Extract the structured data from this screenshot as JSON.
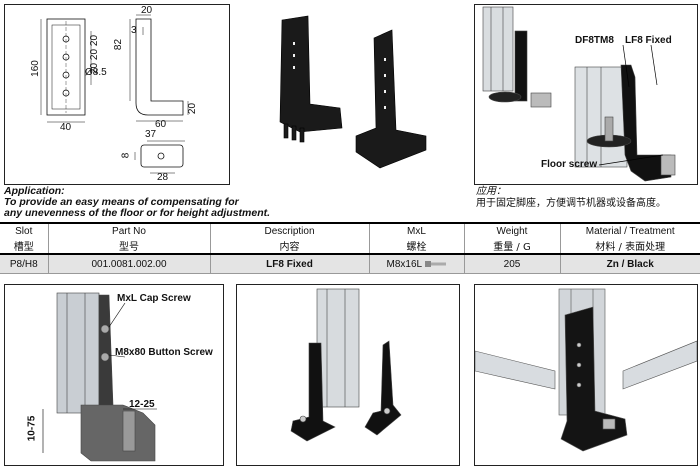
{
  "drawing": {
    "dim_160": "160",
    "dim_40": "40",
    "dim_20a": "20",
    "dim_20b": "20",
    "dim_20c": "20",
    "dim_diam": "Ø8.5",
    "dim_top20": "20",
    "dim_3": "3",
    "dim_82": "82",
    "dim_60": "60",
    "dim_right20": "20",
    "dim_37": "37",
    "dim_8": "8",
    "dim_28": "28"
  },
  "assembly_callouts": {
    "part": "DF8TM8",
    "product": "LF8 Fixed",
    "floor_screw": "Floor screw"
  },
  "application": {
    "title_en": "Application:",
    "line1_en": " To provide an easy means of compensating for",
    "line2_en": "any unevenness of the floor or for height adjustment.",
    "title_zh": "应用：",
    "line_zh": "用于固定脚座，方便调节机器或设备高度。"
  },
  "table": {
    "headers_en": [
      "Slot",
      "Part No",
      "Description",
      "MxL",
      "Weight",
      "Material / Treatment"
    ],
    "headers_zh": [
      "槽型",
      "型号",
      "内容",
      "螺栓",
      "重量 / G",
      "材料 / 表面处理"
    ],
    "row": {
      "slot": "P8/H8",
      "part_no": "001.0081.002.00",
      "description": "LF8 Fixed",
      "mxl": "M8x16L",
      "weight": "205",
      "material": "Zn / Black"
    }
  },
  "cross_section": {
    "cap_screw": "MxL Cap Screw",
    "button_screw": "M8x80 Button Screw",
    "dim_12_25": "12-25",
    "dim_10_75": "10-75"
  }
}
